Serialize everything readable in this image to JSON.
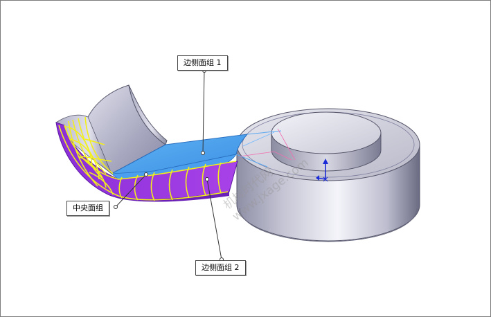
{
  "callouts": {
    "side_group_1": "边侧面组 1",
    "center_group": "中央面组",
    "side_group_2": "边侧面组 2"
  },
  "watermark": {
    "cn": "机械时代网",
    "url": "www.jxage.com"
  },
  "colors": {
    "background": "#ffffff",
    "side_face_group": "#9932e0",
    "center_face_group": "#4aa3f0",
    "selection_curves": "#f2ef1a",
    "part_body": "#c9c9d8",
    "callout_border": "#444444",
    "triad_axis": "#1a2ad6"
  }
}
